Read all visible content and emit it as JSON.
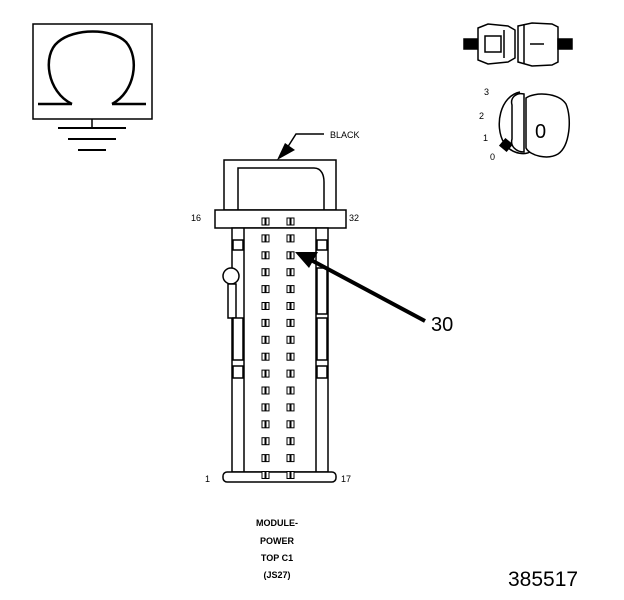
{
  "connector": {
    "color_label": "BLACK",
    "pin_label_top_left": "16",
    "pin_label_top_right": "32",
    "pin_label_bottom_left": "1",
    "pin_label_bottom_right": "17",
    "pin_rows": 16,
    "pin_columns": 2,
    "highlighted_pin": "30",
    "caption_lines": [
      "MODULE-",
      "POWER",
      "TOP C1",
      "(JS27)"
    ]
  },
  "ignition_switch": {
    "positions": [
      "3",
      "2",
      "1",
      "0"
    ],
    "key_label": "0"
  },
  "symbols": [
    "ohmmeter-icon",
    "connector-plug-icon",
    "ignition-key-icon"
  ],
  "figure_id": "385517"
}
